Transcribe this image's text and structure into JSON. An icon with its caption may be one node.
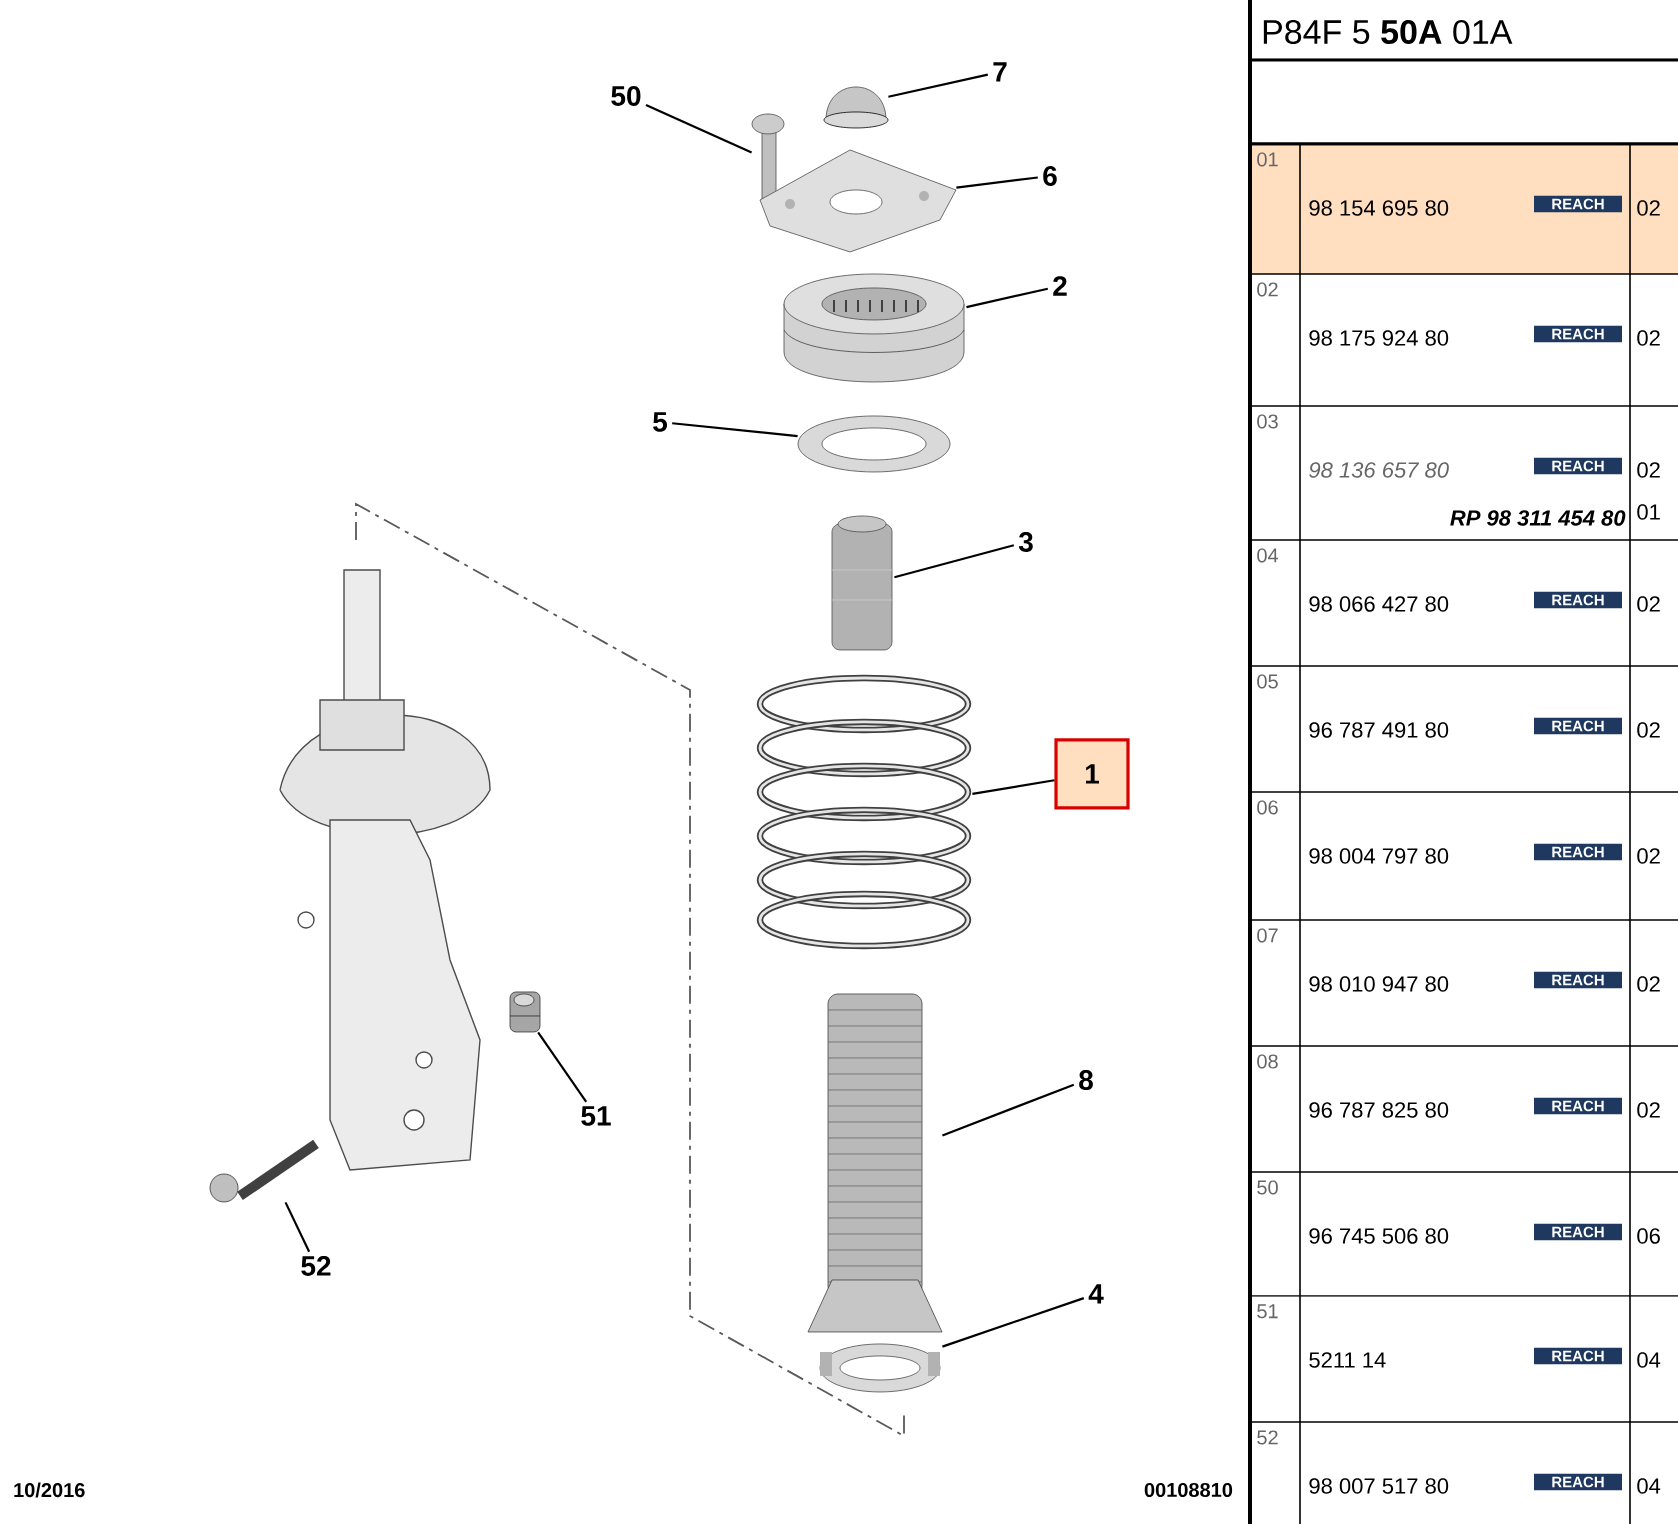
{
  "diagram": {
    "nodes": [
      {
        "text": [
          "7"
        ]
      },
      {
        "text": [
          "50"
        ]
      },
      {
        "text": [
          "6"
        ]
      },
      {
        "text": [
          "2"
        ]
      },
      {
        "text": [
          "5"
        ]
      },
      {
        "text": [
          "3"
        ]
      },
      {
        "text": [
          "1"
        ]
      },
      {
        "text": [
          "8"
        ]
      },
      {
        "text": [
          "51"
        ]
      },
      {
        "text": [
          "52"
        ]
      },
      {
        "text": [
          "4"
        ]
      },
      {
        "text": [],
        "shape": "picture"
      },
      {
        "text": [],
        "shape": "picture"
      },
      {
        "text": [],
        "shape": "picture"
      },
      {
        "text": [],
        "shape": "picture"
      },
      {
        "text": [],
        "shape": "picture"
      },
      {
        "text": [],
        "shape": "picture"
      },
      {
        "text": [],
        "shape": "picture"
      },
      {
        "text": [],
        "shape": "picture"
      },
      {
        "text": [],
        "shape": "picture"
      },
      {
        "text": [],
        "shape": "picture"
      },
      {
        "text": [],
        "shape": "picture"
      }
    ],
    "edges": [
      {
        "from": 0,
        "to": 11,
        "arrow": "none"
      },
      {
        "from": 1,
        "to": 12,
        "arrow": "none"
      },
      {
        "from": 2,
        "to": 13,
        "arrow": "none"
      },
      {
        "from": 3,
        "to": 14,
        "arrow": "none"
      },
      {
        "from": 4,
        "to": 15,
        "arrow": "none"
      },
      {
        "from": 5,
        "to": 16,
        "arrow": "none"
      },
      {
        "from": 6,
        "to": 17,
        "arrow": "none"
      },
      {
        "from": 7,
        "to": 18,
        "arrow": "none"
      },
      {
        "from": 8,
        "to": 19,
        "arrow": "none"
      },
      {
        "from": 9,
        "to": 20,
        "arrow": "none"
      },
      {
        "from": 10,
        "to": 21,
        "arrow": "none"
      }
    ],
    "labels": [
      "10/2016",
      "00108810",
      "P84F 5 **50A** 01A",
      "01",
      "98 154 695 80",
      "REACH",
      "02",
      "02",
      "98 175 924 80",
      "REACH",
      "02",
      "03",
      "98 136 657 80",
      "REACH",
      "02",
      "RP 98 311 454 80",
      "01",
      "04",
      "98 066 427 80",
      "REACH",
      "02",
      "05",
      "96 787 491 80",
      "REACH",
      "02",
      "06",
      "98 004 797 80",
      "REACH",
      "02",
      "07",
      "98 010 947 80",
      "REACH",
      "02",
      "08",
      "96 787 825 80",
      "REACH",
      "02",
      "50",
      "96 745 506 80",
      "REACH",
      "06",
      "51",
      "5211 14",
      "REACH",
      "04",
      "52",
      "98 007 517 80",
      "REACH",
      "04"
    ]
  }
}
